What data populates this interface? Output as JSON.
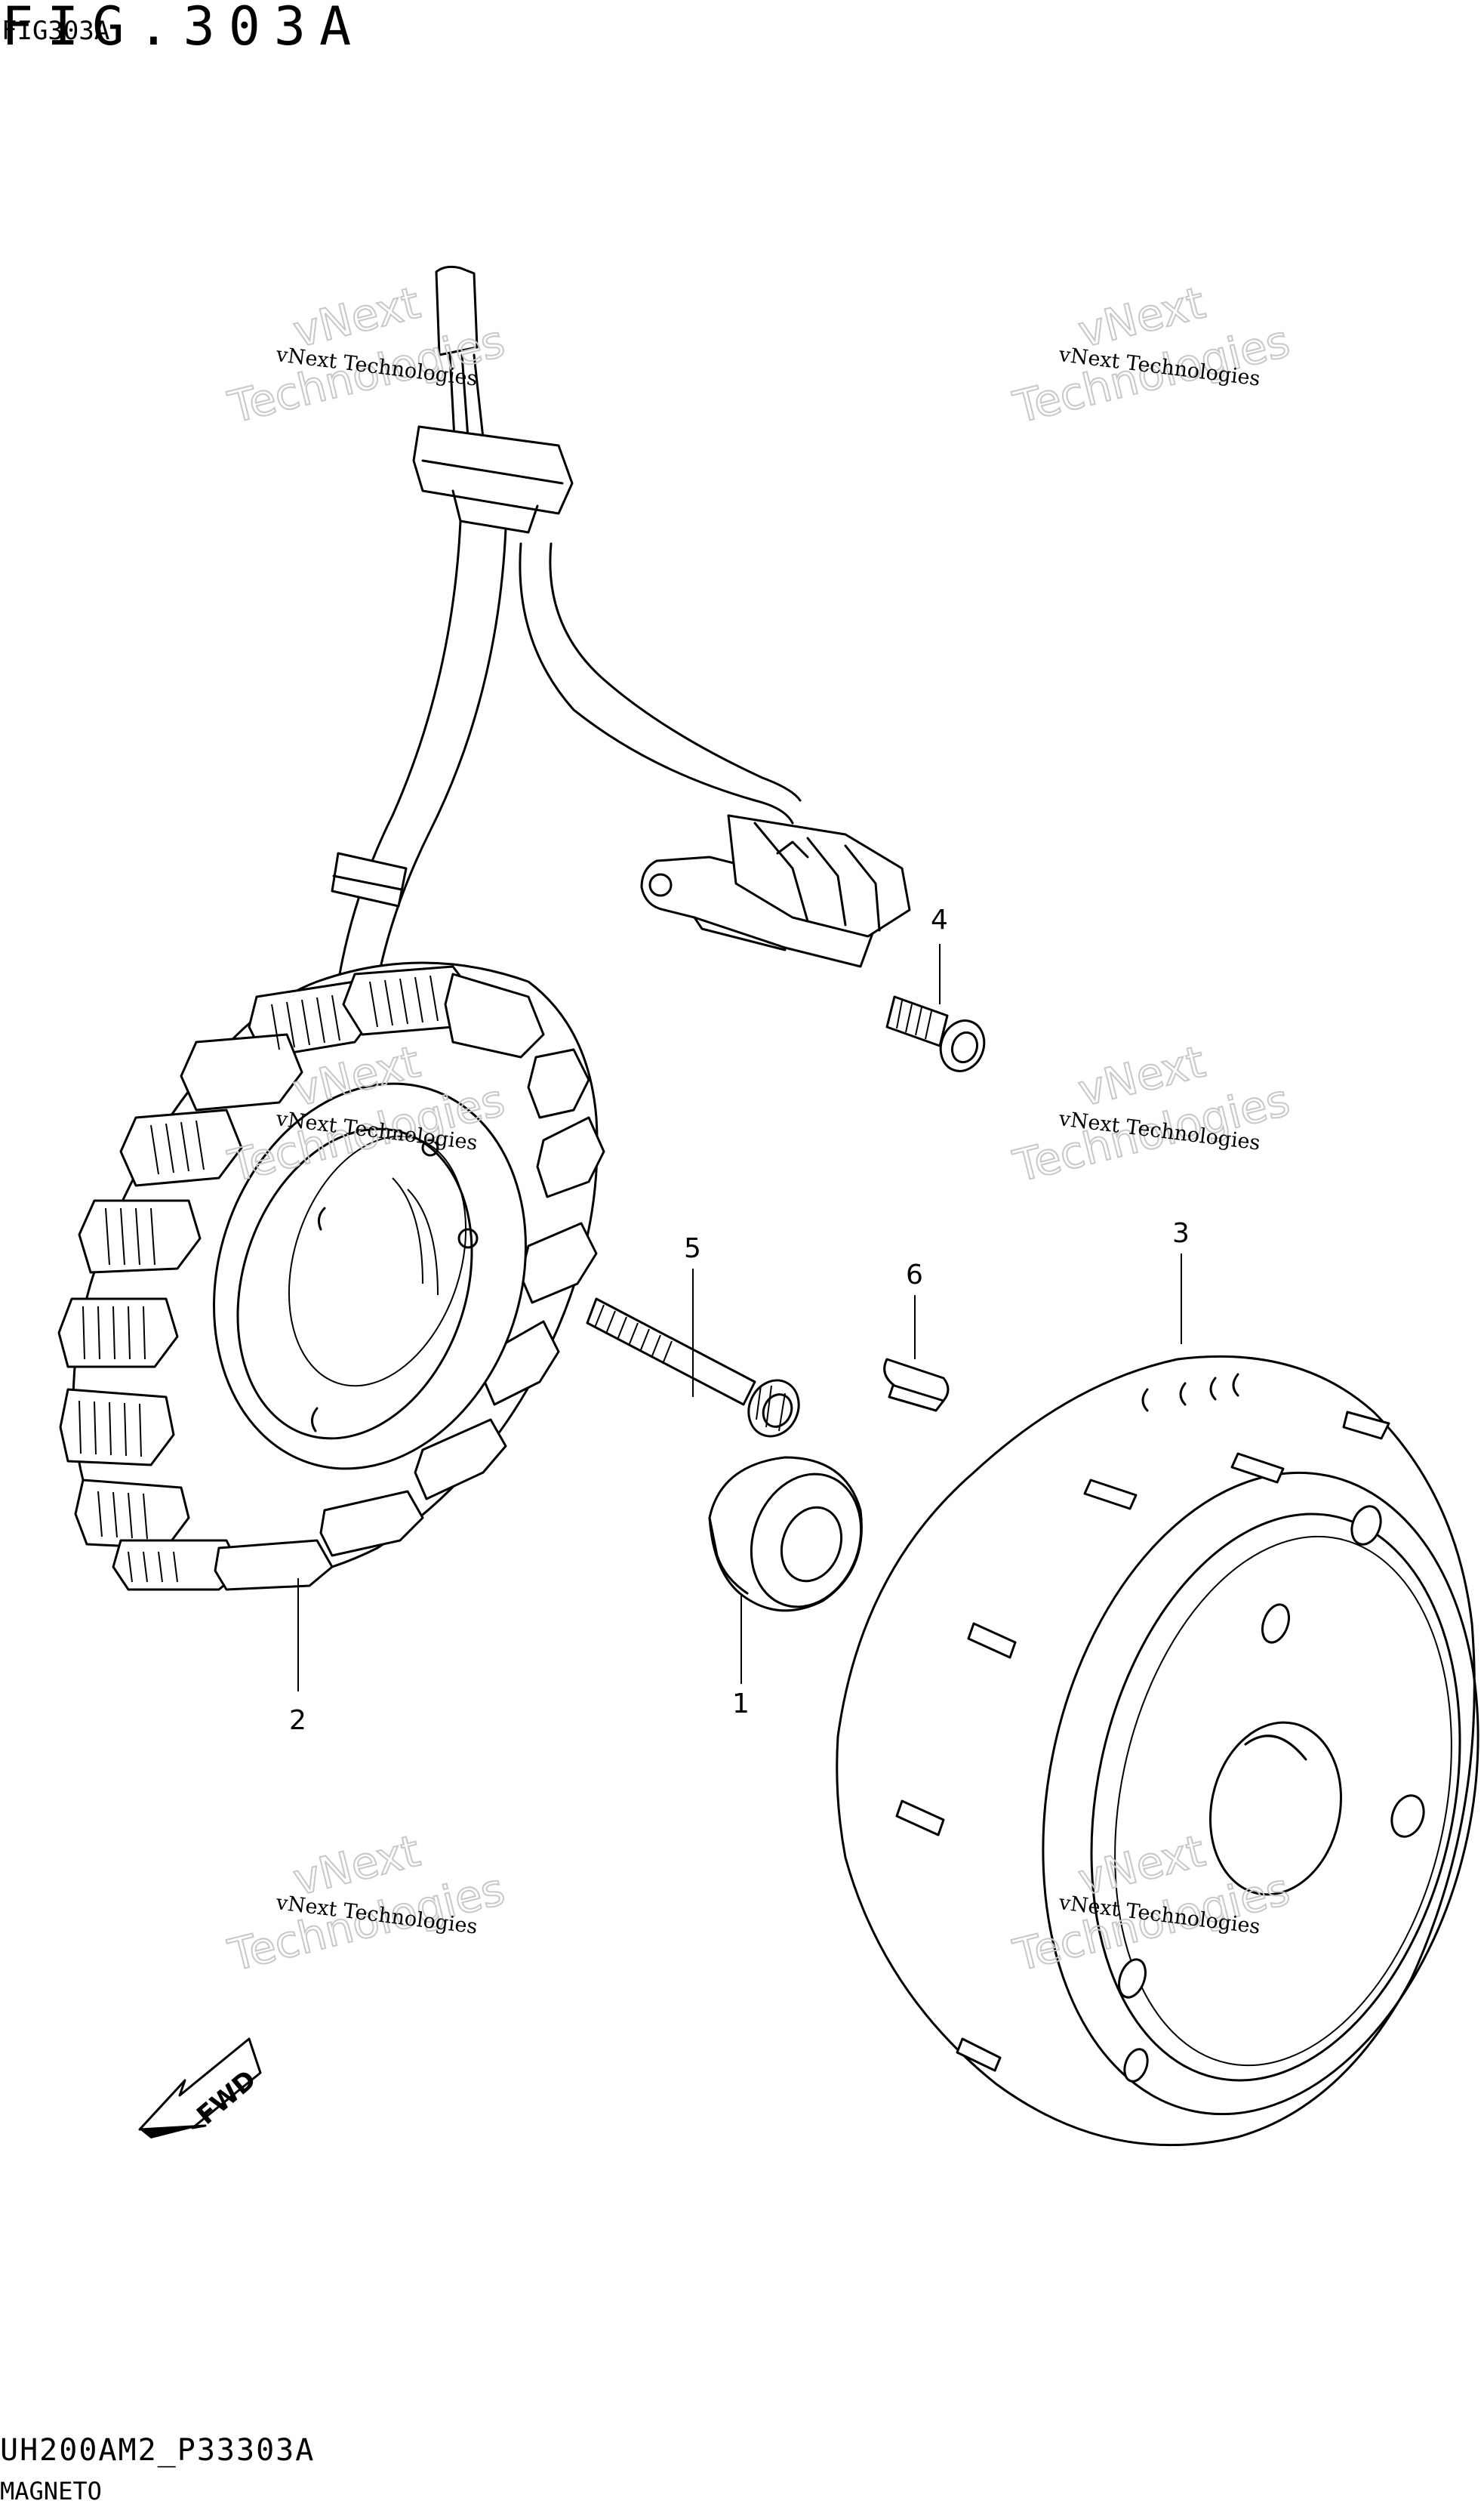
{
  "header": {
    "figure_title": "FIG.303A",
    "figure_title_overlap": "FIG303A"
  },
  "callouts": {
    "p1": "1",
    "p2": "2",
    "p3": "3",
    "p4": "4",
    "p5": "5",
    "p6": "6"
  },
  "direction": {
    "label": "FWD"
  },
  "watermark": {
    "line1": "vNext Technologies",
    "line2": "vNext",
    "line3": "Technologies"
  },
  "footer": {
    "model_code": "UH200AM2_P33303A",
    "section_name": "MAGNETO"
  }
}
